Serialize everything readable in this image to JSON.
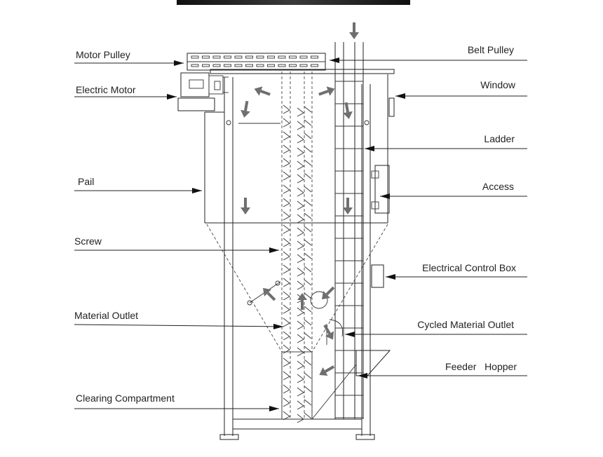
{
  "labels": {
    "motor_pulley": "Motor Pulley",
    "electric_motor": "Electric Motor",
    "pail": "Pail",
    "screw": "Screw",
    "material_outlet": "Material Outlet",
    "clearing_compartment": "Clearing Compartment",
    "belt_pulley": "Belt Pulley",
    "window": "Window",
    "ladder": "Ladder",
    "access": "Access",
    "electrical_control_box": "Electrical Control Box",
    "cycled_material_outlet": "Cycled Material Outlet",
    "feeder_hopper": "Feeder   Hopper"
  },
  "colors": {
    "line": "#222222",
    "flow_arrow": "#6f6f6f",
    "top_bar": "#1a1a1a"
  }
}
